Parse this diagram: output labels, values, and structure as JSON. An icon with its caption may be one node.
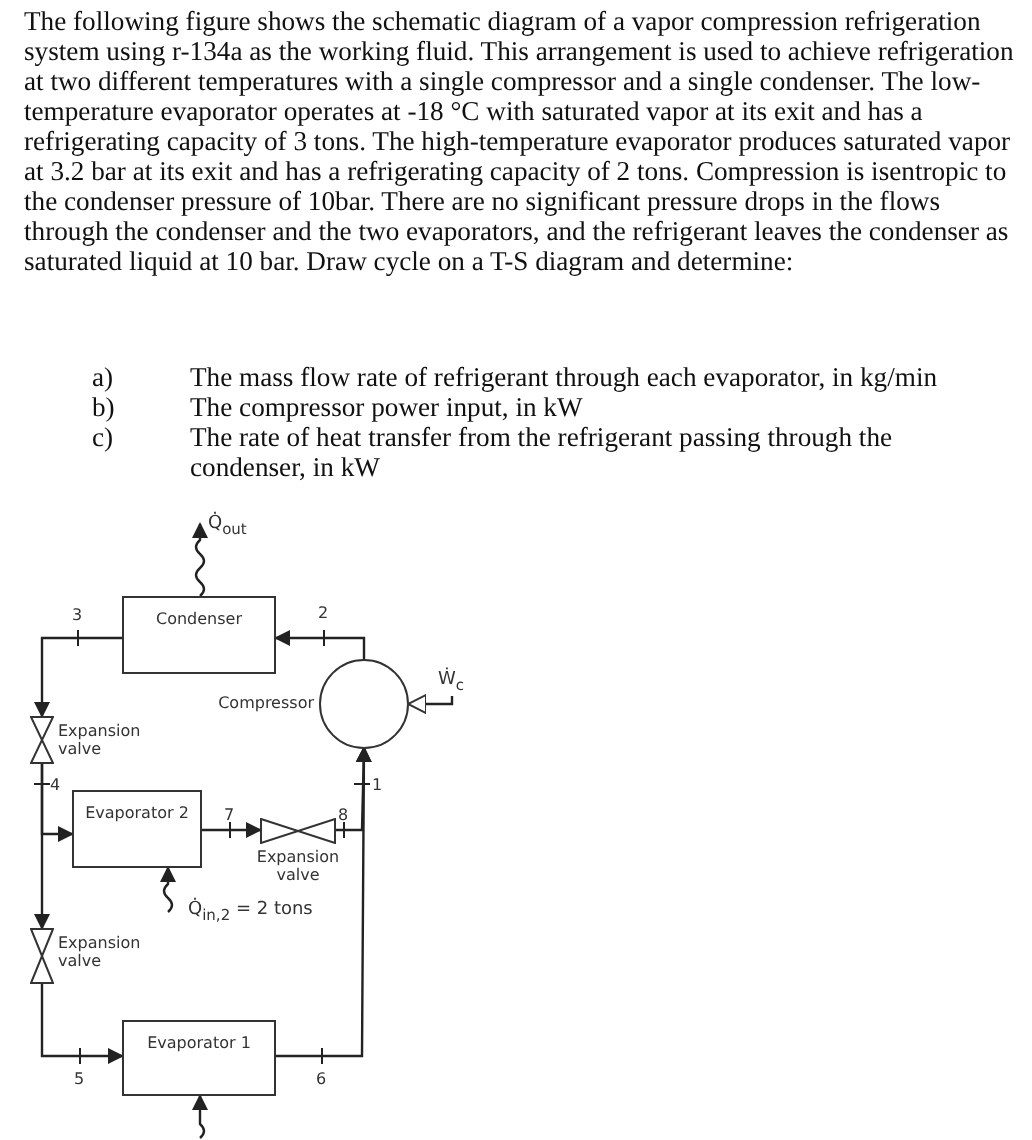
{
  "diagram": {
    "nodes": [
      {
        "text": [
          "Q̇$_{out}$"
        ]
      },
      {
        "text": [
          "Condenser"
        ]
      },
      {
        "text": [
          "Compressor"
        ]
      },
      {
        "text": [
          "Ẇ$_{c}$"
        ]
      },
      {
        "text": [
          "Expansion valve"
        ]
      },
      {
        "text": [
          "Evaporator 2"
        ]
      },
      {
        "text": [
          "Expansion valve"
        ]
      },
      {
        "text": [
          "Expansion valve"
        ]
      },
      {
        "text": [
          "Evaporator 1"
        ]
      }
    ],
    "edges": [
      {
        "from": 2,
        "to": 1,
        "arrow": "to"
      },
      {
        "from": 1,
        "to": 4,
        "arrow": "to"
      },
      {
        "from": 4,
        "to": 5,
        "arrow": "to"
      },
      {
        "from": 4,
        "to": 7,
        "arrow": "to"
      },
      {
        "from": 5,
        "to": 6,
        "arrow": "to"
      },
      {
        "from": 6,
        "to": 2,
        "arrow": "to"
      },
      {
        "from": 7,
        "to": 8,
        "arrow": "to"
      },
      {
        "from": 8,
        "to": 2,
        "arrow": "to"
      },
      {
        "from": 1,
        "to": 0,
        "arrow": "to"
      },
      {
        "from": 3,
        "to": 2,
        "arrow": "to"
      },
      {
        "from": null,
        "to": 5,
        "arrow": "to",
        "label": "Q̇$_{in,2}$ = 2 tons"
      },
      {
        "from": null,
        "to": 8,
        "arrow": "to"
      }
    ],
    "labels": [
      "The following figure shows the schematic diagram of a vapor compression refrigeration system using r-134a as the working fluid. This arrangement is used to achieve refrigeration at two different temperatures with a single compressor and a single condenser. The low-temperature evaporator operates at -18 °C with saturated vapor at its exit and has a refrigerating capacity of 3 tons. The high-temperature evaporator produces saturated vapor at 3.2 bar at its exit and has a refrigerating capacity of 2 tons. Compression is isentropic to the condenser pressure of 10bar. There are no significant pressure drops in the flows through the condenser and the two evaporators, and the refrigerant leaves the condenser as saturated liquid at 10 bar. Draw cycle on a T-S diagram and determine:",
      "a)",
      "The mass flow rate of refrigerant through each evaporator, in kg/min",
      "b)",
      "The compressor power input, in kW",
      "c)",
      "The rate of heat transfer from the refrigerant passing through the condenser, in kW",
      "3",
      "2",
      "4",
      "1",
      "7",
      "8",
      "5",
      "6"
    ]
  }
}
